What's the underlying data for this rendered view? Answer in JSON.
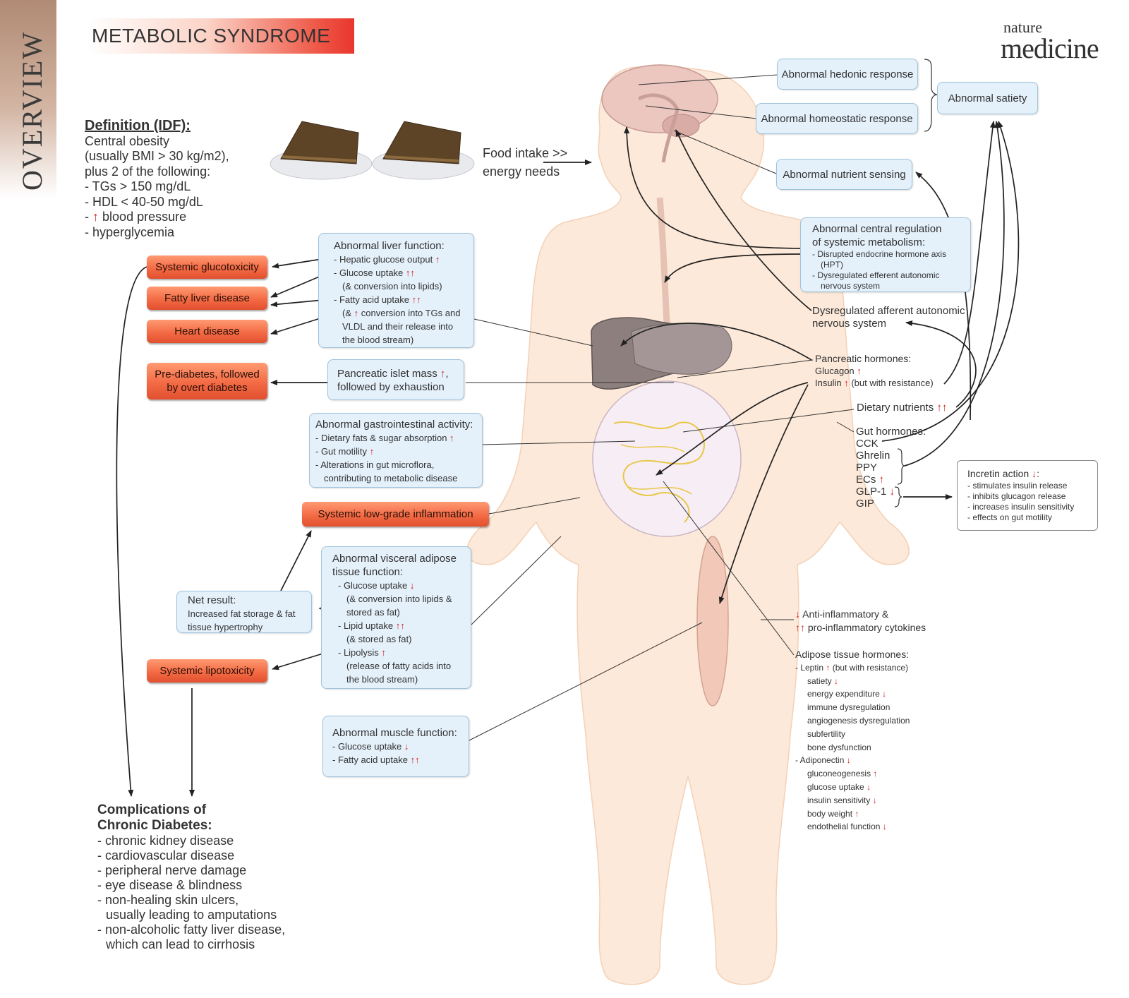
{
  "header": {
    "section_tab": "OVERVIEW",
    "title": "METABOLIC SYNDROME",
    "journal_line1": "nature",
    "journal_line2": "medicine"
  },
  "definition": {
    "heading": "Definition (IDF):",
    "lines": [
      "Central obesity",
      "(usually BMI > 30 kg/m2),",
      "plus 2 of the following:",
      "- TGs > 150 mg/dL",
      "- HDL < 40-50 mg/dL"
    ],
    "bp_prefix": "-",
    "bp_arrow": "↑",
    "bp_text": "blood pressure",
    "last_line": "- hyperglycemia"
  },
  "food": {
    "line1": "Food intake >>",
    "line2": "energy needs"
  },
  "brain_boxes": {
    "hedonic": "Abnormal hedonic response",
    "homeostatic": "Abnormal homeostatic response",
    "satiety": "Abnormal satiety",
    "nutrient": "Abnormal nutrient sensing"
  },
  "central_regulation": {
    "title1": "Abnormal central regulation",
    "title2": "of systemic metabolism:",
    "items": [
      "- Disrupted endocrine hormone axis",
      "(HPT)",
      "- Dysregulated efferent autonomic",
      "nervous system"
    ]
  },
  "afferent": {
    "line1": "Dysregulated afferent autonomic",
    "line2": "nervous system"
  },
  "liver": {
    "title": "Abnormal liver function:",
    "i1": "- Hepatic glucose output",
    "i1a": "↑",
    "i2": "- Glucose uptake",
    "i2a": "↑↑",
    "i3": "(& conversion into lipids)",
    "i4": "- Fatty acid uptake",
    "i4a": "↑↑",
    "i5a": "(&",
    "i5arr": "↑",
    "i5b": "conversion into TGs and",
    "i6": "VLDL and their release into",
    "i7": "the blood stream)"
  },
  "outcomes": {
    "glucotoxicity": "Systemic glucotoxicity",
    "fatty_liver": "Fatty liver disease",
    "heart": "Heart disease",
    "prediabetes1": "Pre-diabetes, followed",
    "prediabetes2": "by overt diabetes",
    "inflammation": "Systemic low-grade inflammation",
    "lipotoxicity": "Systemic lipotoxicity"
  },
  "islet": {
    "l1": "Pancreatic islet mass",
    "a1": "↑",
    "l1end": ",",
    "l2": "followed by exhaustion"
  },
  "gi": {
    "title": "Abnormal gastrointestinal activity:",
    "i1": "- Dietary fats & sugar absorption",
    "i1a": "↑",
    "i2": "- Gut motility",
    "i2a": "↑",
    "i3": "- Alterations in gut microflora,",
    "i4": "contributing to metabolic disease"
  },
  "net": {
    "title": "Net result:",
    "l1": "Increased fat storage & fat",
    "l2": "tissue hypertrophy"
  },
  "visceral": {
    "title1": "Abnormal visceral adipose",
    "title2": "tissue function:",
    "i1": "- Glucose uptake",
    "i1a": "↓",
    "i2": "(& conversion into lipids &",
    "i3": "stored as fat)",
    "i4": "- Lipid uptake",
    "i4a": "↑↑",
    "i5": "(& stored as fat)",
    "i6": "- Lipolysis",
    "i6a": "↑",
    "i7": "(release of fatty acids into",
    "i8": "the blood stream)"
  },
  "muscle": {
    "title": "Abnormal muscle function:",
    "i1": "- Glucose uptake",
    "i1a": "↓",
    "i2": "- Fatty acid uptake",
    "i2a": "↑↑"
  },
  "pancreatic": {
    "title": "Pancreatic hormones:",
    "glucagon": "Glucagon",
    "glucagon_a": "↑",
    "insulin": "Insulin",
    "insulin_a": "↑",
    "insulin_note": "(but with resistance)"
  },
  "dietary": {
    "label": "Dietary nutrients",
    "a": "↑↑"
  },
  "gut": {
    "title": "Gut hormones:",
    "cck": "CCK",
    "ghrelin": "Ghrelin",
    "ppy": "PPY",
    "ecs": "ECs",
    "ecs_a": "↑",
    "glp1": "GLP-1",
    "glp1_a": "↓",
    "gip": "GIP"
  },
  "incretin": {
    "title": "Incretin action",
    "title_a": "↓",
    "title_end": ":",
    "items": [
      "- stimulates insulin release",
      "- inhibits glucagon release",
      "- increases insulin sensitivity",
      "- effects on gut motility"
    ]
  },
  "cytokines": {
    "a1": "↓",
    "l1": "Anti-inflammatory &",
    "a2": "↑↑",
    "l2": "pro-inflammatory cytokines"
  },
  "adipose_hormones": {
    "title": "Adipose tissue hormones:",
    "leptin": "- Leptin",
    "leptin_a": "↑",
    "leptin_note": "(but with resistance)",
    "satiety": "satiety",
    "satiety_a": "↓",
    "energy": "energy expenditure",
    "energy_a": "↓",
    "immune": "immune dysregulation",
    "angio": "angiogenesis dysregulation",
    "subfert": "subfertility",
    "bone": "bone dysfunction",
    "adipo": "- Adiponectin",
    "adipo_a": "↓",
    "gluco": "gluconeogenesis",
    "gluco_a": "↑",
    "uptake": "glucose uptake",
    "uptake_a": "↓",
    "insens": "insulin sensitivity",
    "insens_a": "↓",
    "weight": "body weight",
    "weight_a": "↑",
    "endo": "endothelial function",
    "endo_a": "↓"
  },
  "complications": {
    "heading1": "Complications of",
    "heading2": "Chronic Diabetes:",
    "items": [
      "- chronic kidney disease",
      "- cardiovascular disease",
      "- peripheral nerve damage",
      "- eye disease & blindness"
    ],
    "i5a": "- non-healing skin ulcers,",
    "i5b": "usually leading to amputations",
    "i6a": "- non-alcoholic fatty liver disease,",
    "i6b": "which can lead to cirrhosis"
  }
}
